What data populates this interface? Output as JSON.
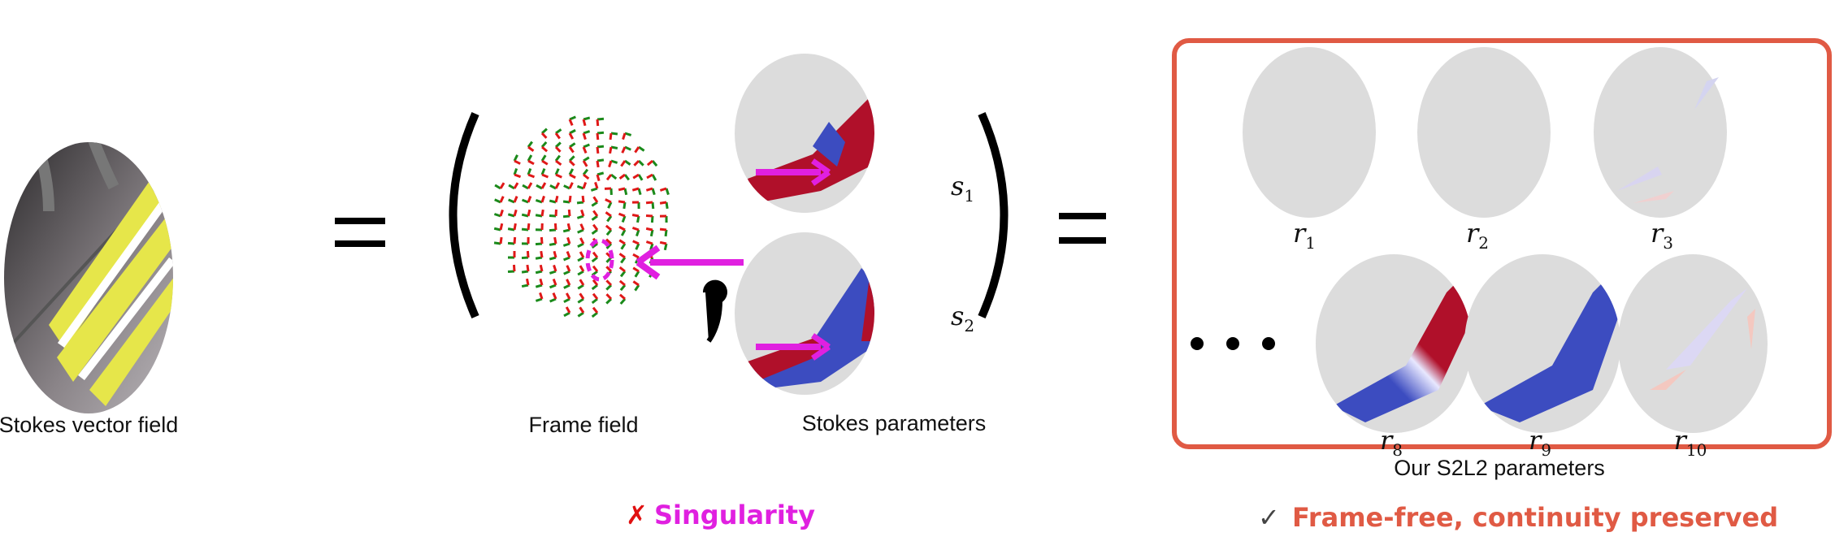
{
  "labels": {
    "stokes_vector_field": "Stokes vector field",
    "frame_field": "Frame field",
    "stokes_parameters": "Stokes parameters",
    "s2l2_parameters": "Our S2L2 parameters"
  },
  "stokes_symbols": [
    {
      "base": "s",
      "sub": "1"
    },
    {
      "base": "s",
      "sub": "2"
    }
  ],
  "s2l2_symbols": [
    {
      "base": "r",
      "sub": "1"
    },
    {
      "base": "r",
      "sub": "2"
    },
    {
      "base": "r",
      "sub": "3"
    },
    {
      "base": "r",
      "sub": "8"
    },
    {
      "base": "r",
      "sub": "9"
    },
    {
      "base": "r",
      "sub": "10"
    }
  ],
  "notes": {
    "bad_mark": "✗",
    "bad_text": "Singularity",
    "good_mark": "✓",
    "good_text": "Frame-free, continuity preserved"
  },
  "colors": {
    "highlight_box": "#e05a44",
    "singularity": "#e020e0",
    "cross": "#e01010",
    "check": "#444444",
    "positive": "#b0102a",
    "negative": "#3c4cc0",
    "sphere_bg": "#dcdcdc",
    "vector_yellow": "#e6e64a"
  }
}
